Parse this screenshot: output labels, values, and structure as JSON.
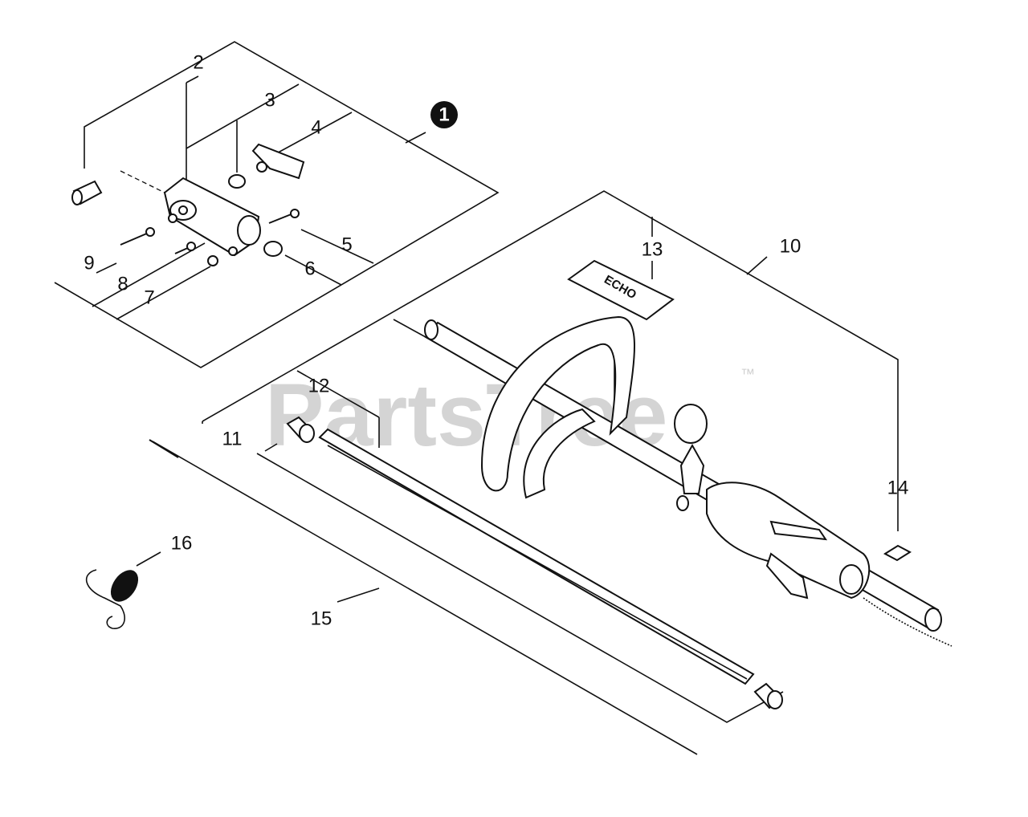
{
  "watermark": {
    "text": "PartsTree",
    "tm": "™"
  },
  "assembly_marker": "1",
  "callouts": [
    "2",
    "3",
    "4",
    "5",
    "6",
    "7",
    "8",
    "9",
    "10",
    "11",
    "12",
    "13",
    "14",
    "15",
    "16"
  ],
  "decal_text": "ECHO"
}
